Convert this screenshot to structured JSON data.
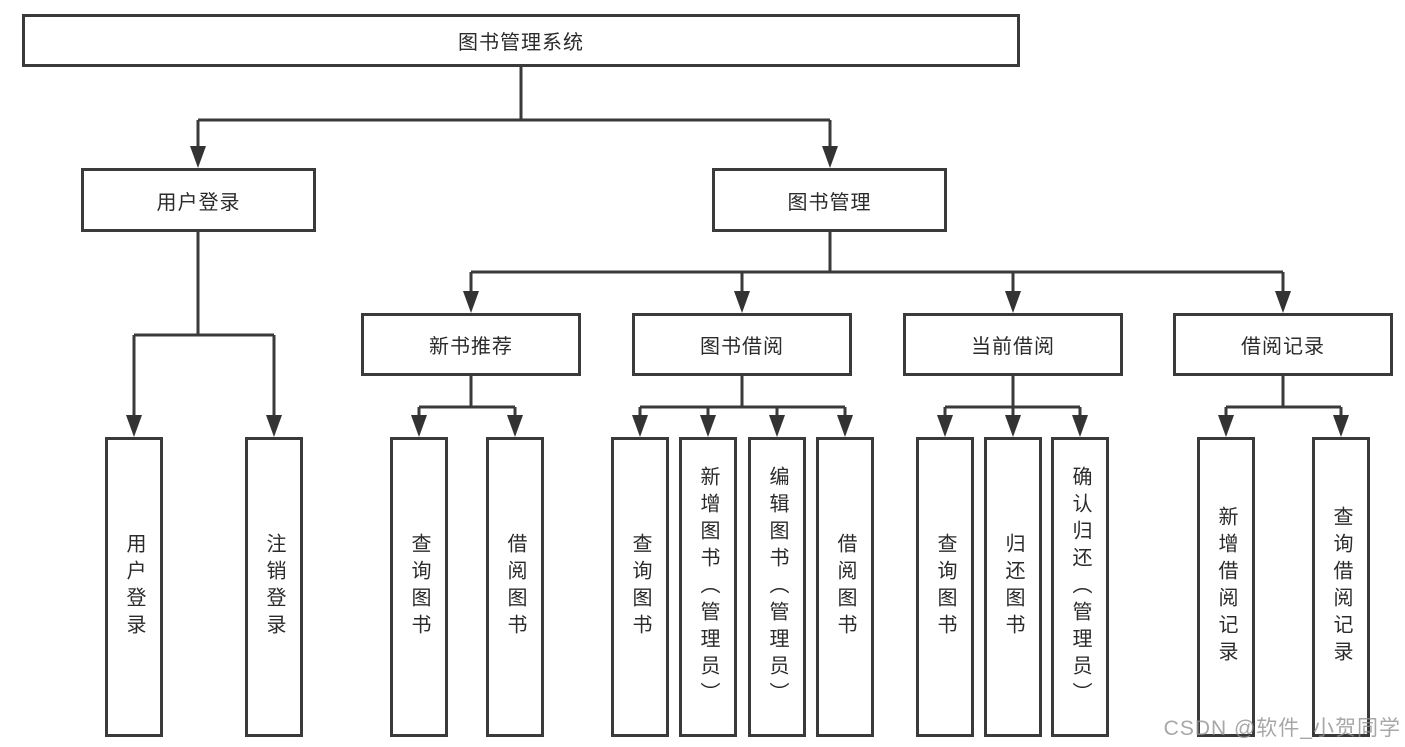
{
  "diagram_type": "hierarchy-tree",
  "tree": {
    "label": "图书管理系统",
    "children": [
      {
        "label": "用户登录",
        "children": [
          {
            "label": "用户登录"
          },
          {
            "label": "注销登录"
          }
        ]
      },
      {
        "label": "图书管理",
        "children": [
          {
            "label": "新书推荐",
            "children": [
              {
                "label": "查询图书"
              },
              {
                "label": "借阅图书"
              }
            ]
          },
          {
            "label": "图书借阅",
            "children": [
              {
                "label": "查询图书"
              },
              {
                "label": "新增图书（管理员）"
              },
              {
                "label": "编辑图书（管理员）"
              },
              {
                "label": "借阅图书"
              }
            ]
          },
          {
            "label": "当前借阅",
            "children": [
              {
                "label": "查询图书"
              },
              {
                "label": "归还图书"
              },
              {
                "label": "确认归还（管理员）"
              }
            ]
          },
          {
            "label": "借阅记录",
            "children": [
              {
                "label": "新增借阅记录"
              },
              {
                "label": "查询借阅记录"
              }
            ]
          }
        ]
      }
    ]
  },
  "watermark": "CSDN @软件_小贺同学",
  "colors": {
    "line": "#3a3a3a",
    "box_border": "#3a3a3a",
    "text": "#2b2b2b",
    "watermark": "#919191",
    "background": "#ffffff"
  }
}
